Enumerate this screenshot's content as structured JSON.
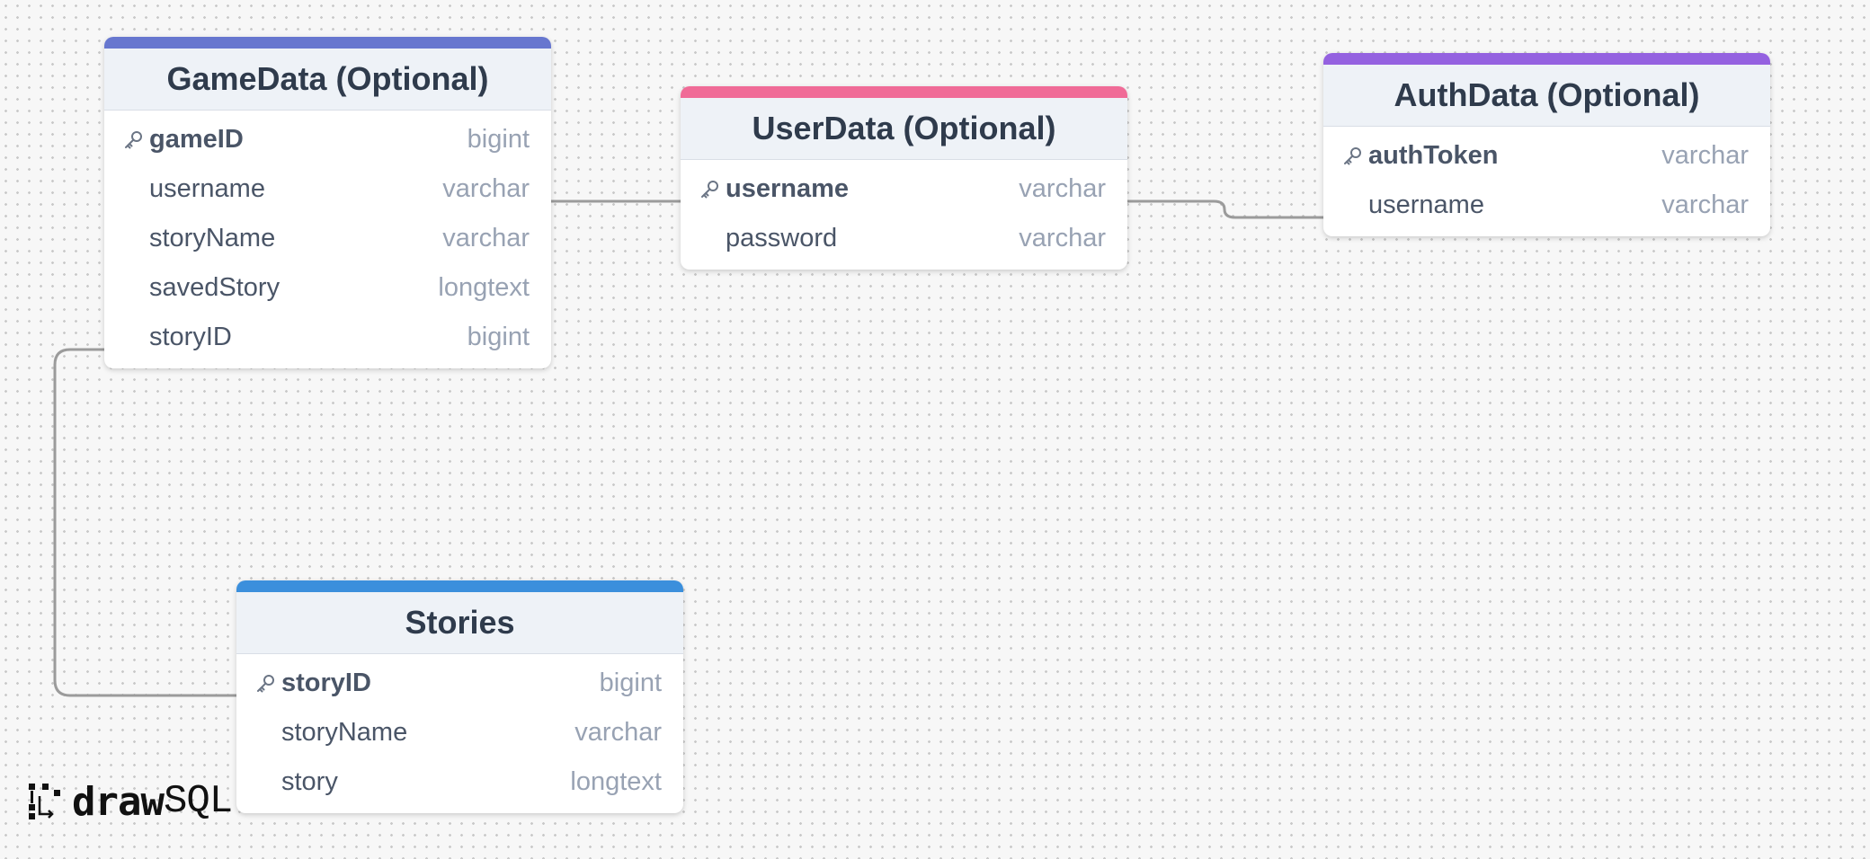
{
  "tables": {
    "gamedata": {
      "title": "GameData (Optional)",
      "color": "#6777cf",
      "columns": [
        {
          "name": "gameID",
          "type": "bigint",
          "primary": true
        },
        {
          "name": "username",
          "type": "varchar",
          "primary": false
        },
        {
          "name": "storyName",
          "type": "varchar",
          "primary": false
        },
        {
          "name": "savedStory",
          "type": "longtext",
          "primary": false
        },
        {
          "name": "storyID",
          "type": "bigint",
          "primary": false
        }
      ]
    },
    "userdata": {
      "title": "UserData (Optional)",
      "color": "#f06b97",
      "columns": [
        {
          "name": "username",
          "type": "varchar",
          "primary": true
        },
        {
          "name": "password",
          "type": "varchar",
          "primary": false
        }
      ]
    },
    "authdata": {
      "title": "AuthData (Optional)",
      "color": "#9461e0",
      "columns": [
        {
          "name": "authToken",
          "type": "varchar",
          "primary": true
        },
        {
          "name": "username",
          "type": "varchar",
          "primary": false
        }
      ]
    },
    "stories": {
      "title": "Stories",
      "color": "#3b8fdc",
      "columns": [
        {
          "name": "storyID",
          "type": "bigint",
          "primary": true
        },
        {
          "name": "storyName",
          "type": "varchar",
          "primary": false
        },
        {
          "name": "story",
          "type": "longtext",
          "primary": false
        }
      ]
    }
  },
  "relationships": [
    {
      "from": "GameData.username",
      "to": "UserData.username"
    },
    {
      "from": "UserData.username",
      "to": "AuthData.username"
    },
    {
      "from": "GameData.storyID",
      "to": "Stories.storyID"
    }
  ],
  "logo": {
    "bold": "draw",
    "light": "SQL"
  }
}
